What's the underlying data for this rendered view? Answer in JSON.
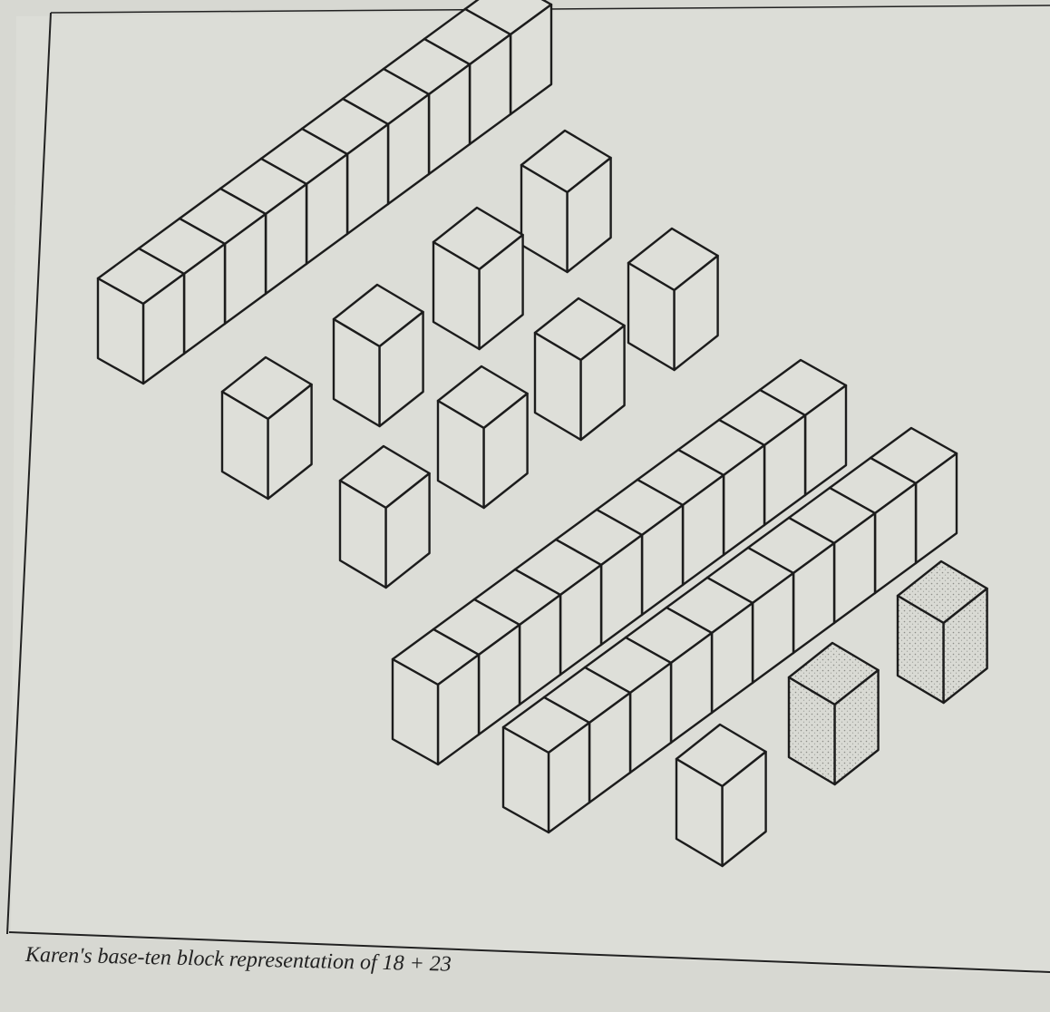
{
  "caption": "Karen's base-ten block representation of 18 + 23",
  "figure": {
    "description_tags": [
      "ten-rod",
      "unit-cube"
    ],
    "groups": [
      {
        "name": "18",
        "rods": 1,
        "units": 8
      },
      {
        "name": "23",
        "rods": 2,
        "units": 3
      }
    ],
    "colors": {
      "paper": "#d7d8d2",
      "ink": "#1c1c1c",
      "shading": "#b9bab4"
    }
  }
}
